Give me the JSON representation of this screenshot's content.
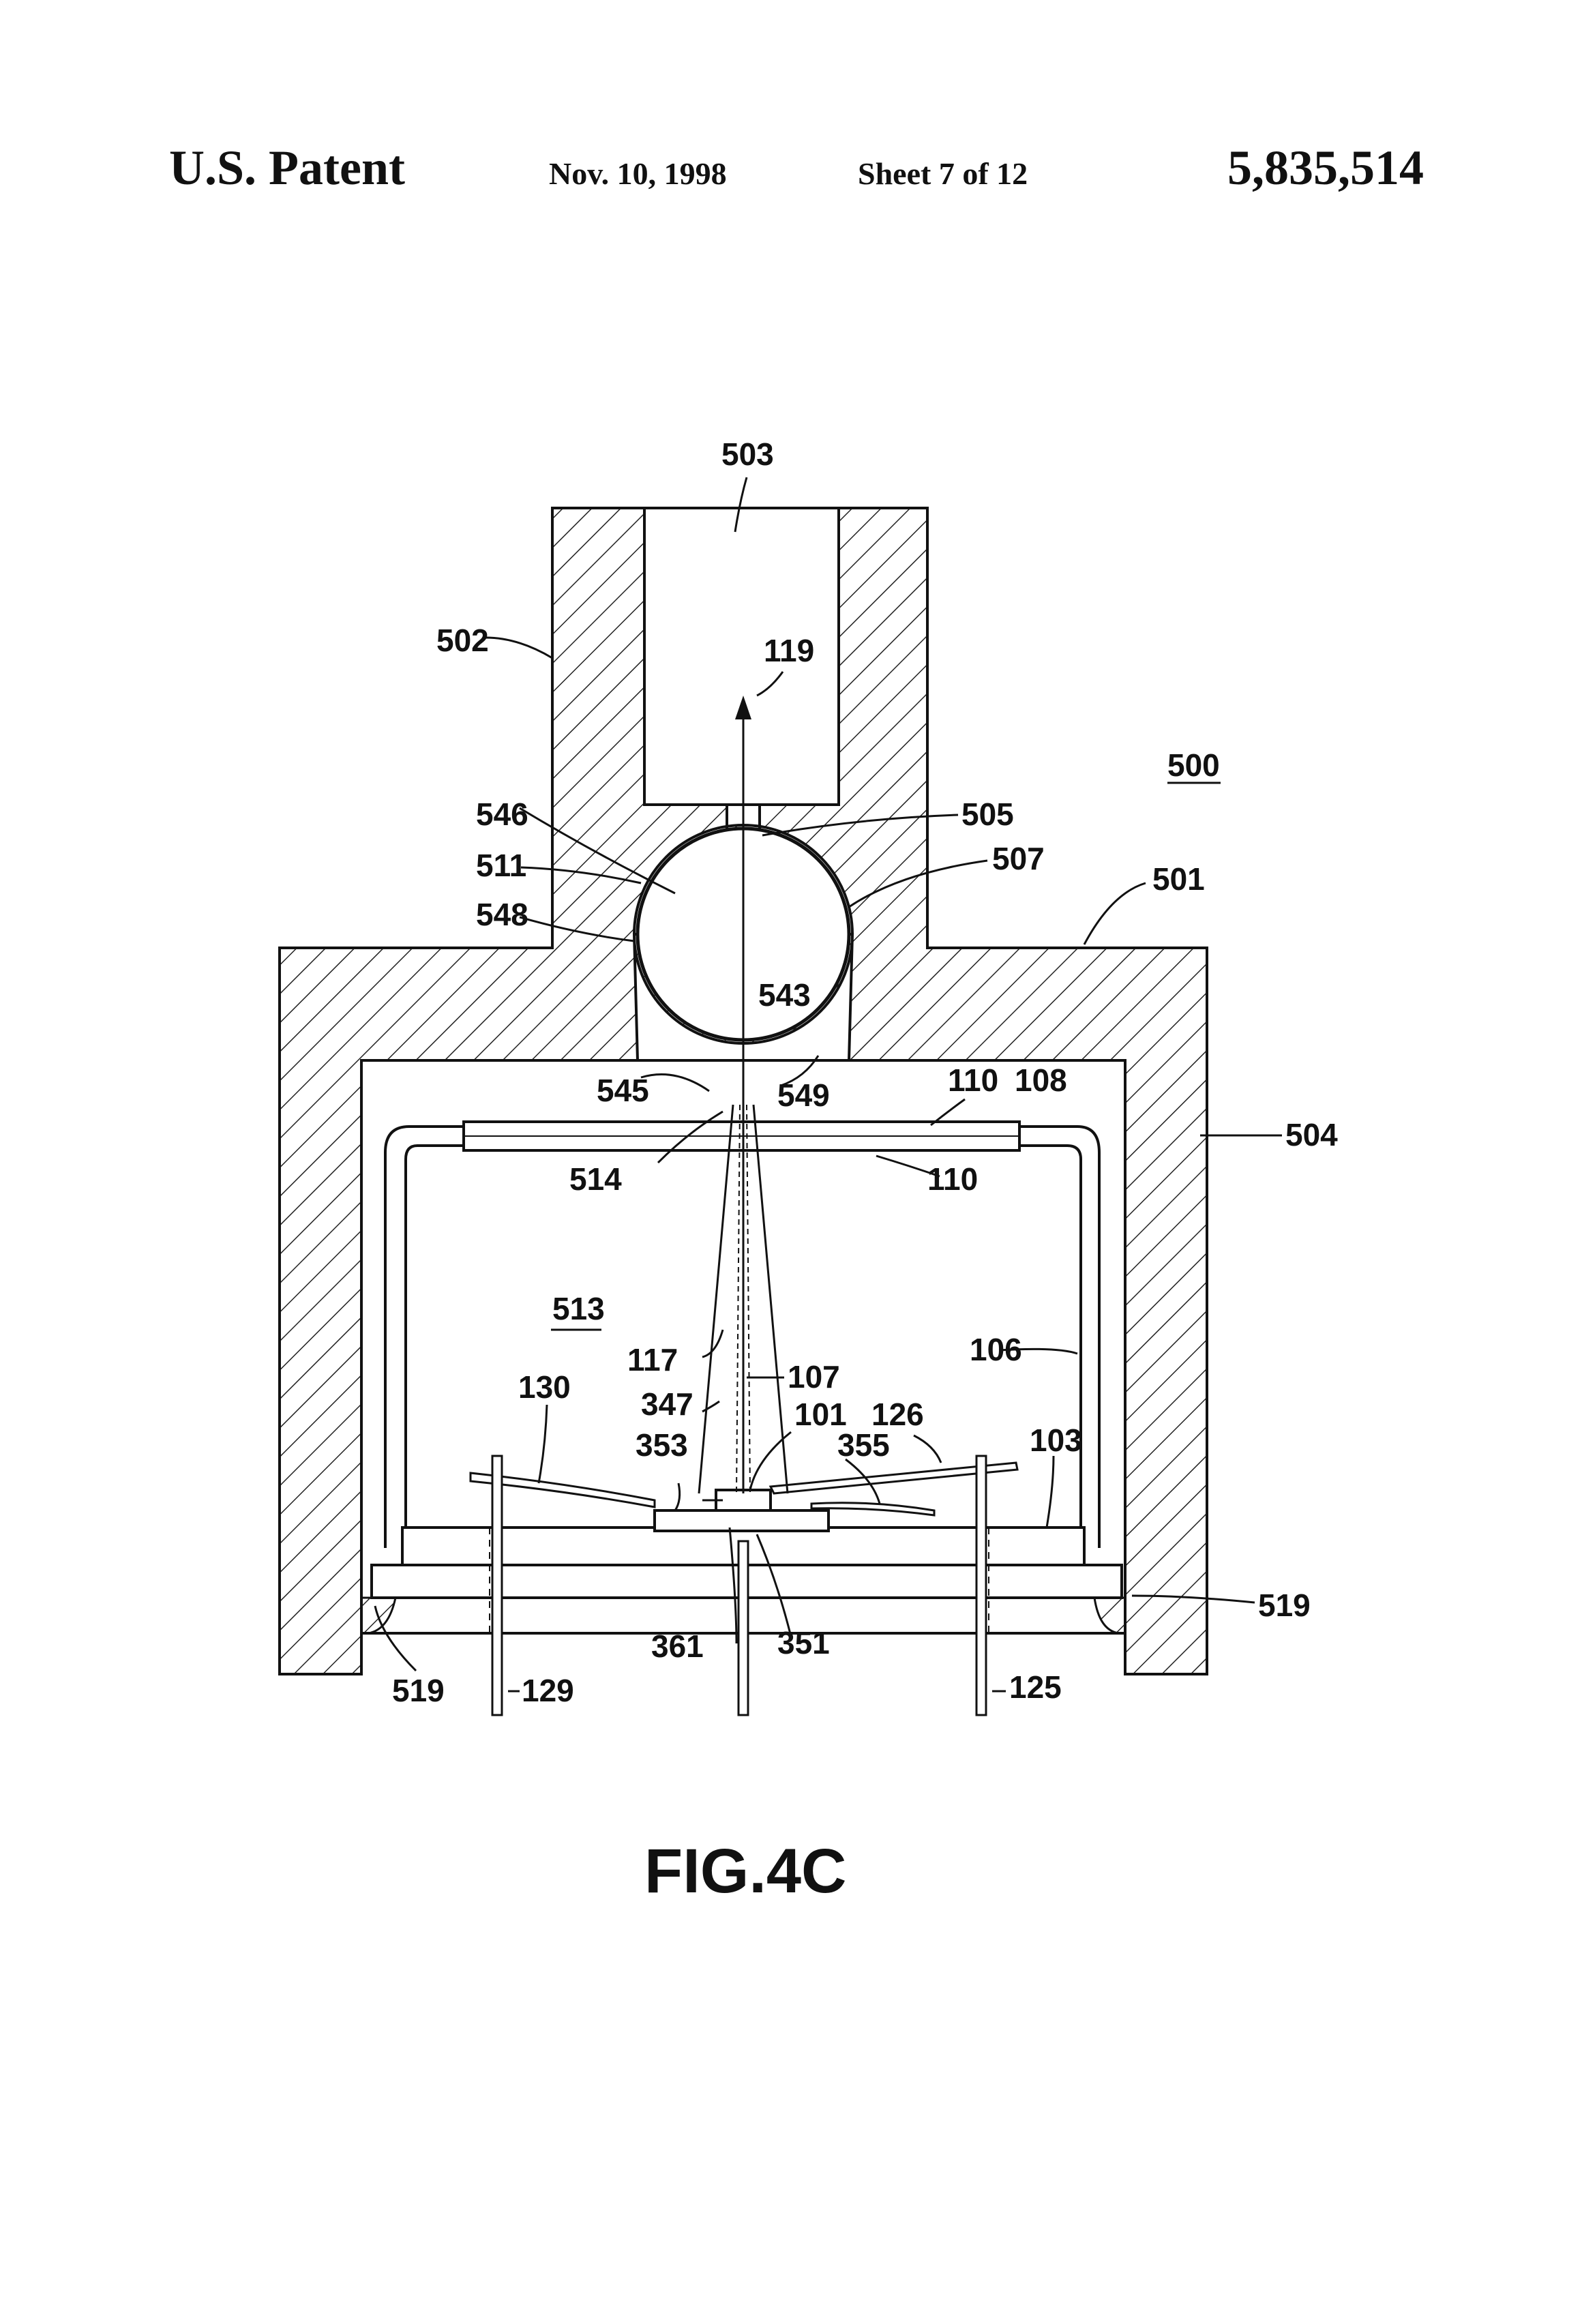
{
  "header": {
    "title": "U.S. Patent",
    "date": "Nov. 10, 1998",
    "sheet": "Sheet 7 of 12",
    "number": "5,835,514"
  },
  "figure": {
    "label": "FIG.4C"
  },
  "refs": {
    "r500": "500",
    "r501": "501",
    "r502": "502",
    "r503": "503",
    "r504": "504",
    "r505": "505",
    "r507": "507",
    "r511": "511",
    "r513": "513",
    "r514": "514",
    "r519a": "519",
    "r519b": "519",
    "r543": "543",
    "r545": "545",
    "r546": "546",
    "r548": "548",
    "r549": "549",
    "r110a": "110",
    "r110b": "110",
    "r108": "108",
    "r119": "119",
    "r117": "117",
    "r107": "107",
    "r106": "106",
    "r130": "130",
    "r347": "347",
    "r101": "101",
    "r126": "126",
    "r353": "353",
    "r355": "355",
    "r103": "103",
    "r361": "361",
    "r351": "351",
    "r129": "129",
    "r125": "125"
  }
}
